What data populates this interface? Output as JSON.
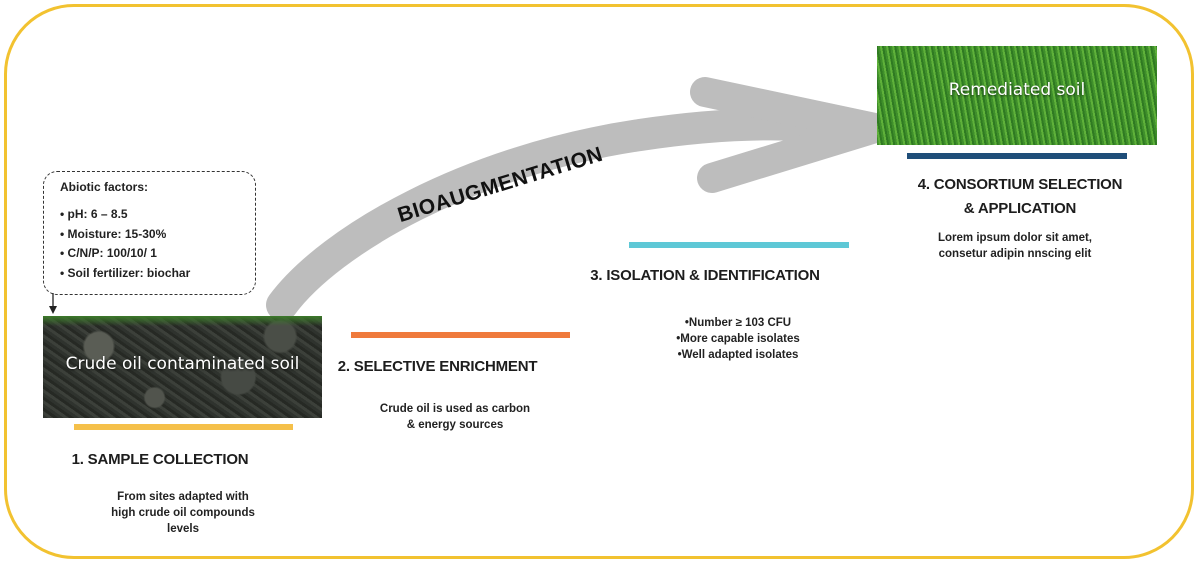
{
  "colors": {
    "frame": "#f2c230",
    "arrow": "#bdbdbd",
    "step1_bar": "#f5c04a",
    "step2_bar": "#ef7a3c",
    "step3_bar": "#5ec8d6",
    "step4_bar": "#1f4e79"
  },
  "abiotic": {
    "title": "Abiotic factors:",
    "items": [
      "pH: 6 – 8.5",
      "Moisture: 15-30%",
      "C/N/P: 100/10/ 1",
      "Soil fertilizer: biochar"
    ]
  },
  "crude_soil_label": "Crude oil contaminated soil",
  "remediated_soil_label": "Remediated soil",
  "bioaugmentation_label": "BIOAUGMENTATION",
  "steps": [
    {
      "title": "1. SAMPLE COLLECTION",
      "description_lines": [
        "From sites adapted with",
        "high crude oil compounds",
        "levels"
      ]
    },
    {
      "title": "2. SELECTIVE ENRICHMENT",
      "description_lines": [
        "Crude oil is used as carbon",
        "& energy sources"
      ]
    },
    {
      "title": "3. ISOLATION & IDENTIFICATION",
      "items": [
        "Number ≥ 103 CFU",
        "More capable isolates",
        "Well adapted isolates"
      ]
    },
    {
      "title_lines": [
        "4. CONSORTIUM SELECTION",
        "& APPLICATION"
      ],
      "description_lines": [
        "Lorem ipsum dolor sit amet,",
        "consetur adipin nnscing elit"
      ]
    }
  ]
}
